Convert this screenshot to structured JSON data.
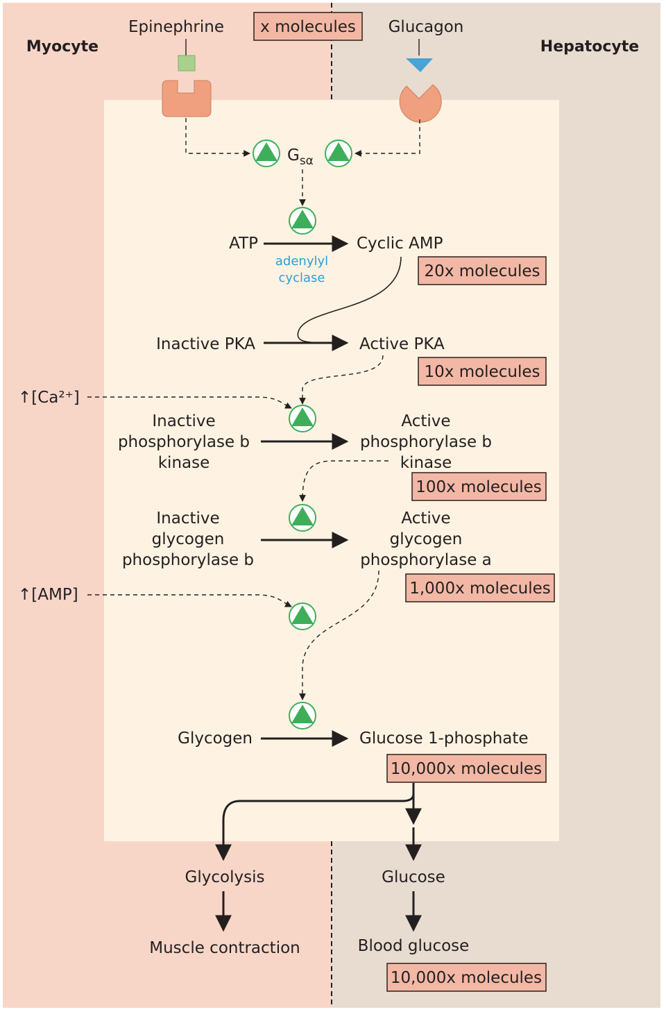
{
  "left_cell": "Myocyte",
  "right_cell": "Hepatocyte",
  "hormones": {
    "epinephrine": "Epinephrine",
    "glucagon": "Glucagon"
  },
  "gs": {
    "main": "G",
    "sub": "sα"
  },
  "steps": {
    "atp": "ATP",
    "camp": "Cyclic AMP",
    "enzyme": [
      "adenylyl",
      "cyclase"
    ],
    "pka_inactive": "Inactive PKA",
    "pka_active": "Active PKA",
    "kinase_inactive": [
      "Inactive",
      "phosphorylase b",
      "kinase"
    ],
    "kinase_active": [
      "Active",
      "phosphorylase b",
      "kinase"
    ],
    "phos_inactive": [
      "Inactive",
      "glycogen",
      "phosphorylase b"
    ],
    "phos_active": [
      "Active",
      "glycogen",
      "phosphorylase a"
    ],
    "glycogen": "Glycogen",
    "g1p": "Glucose 1-phosphate",
    "glycolysis": "Glycolysis",
    "muscle": "Muscle contraction",
    "glucose": "Glucose",
    "blood_glucose": "Blood glucose"
  },
  "regulators": {
    "calcium": "↑[Ca²⁺]",
    "amp": "↑[AMP]"
  },
  "amplification": [
    "x molecules",
    "20x molecules",
    "10x molecules",
    "100x molecules",
    "1,000x molecules",
    "10,000x molecules",
    "10,000x molecules"
  ],
  "colors": {
    "myocyte_bg": "#f7d6c8",
    "hepatocyte_bg": "#e8dcd1",
    "cytosol_bg": "#fef3e2",
    "receptor": "#f0a07e",
    "epinephrine": "#a9d18e",
    "glucagon": "#4aa3d4",
    "activator": "#3fae5a"
  }
}
